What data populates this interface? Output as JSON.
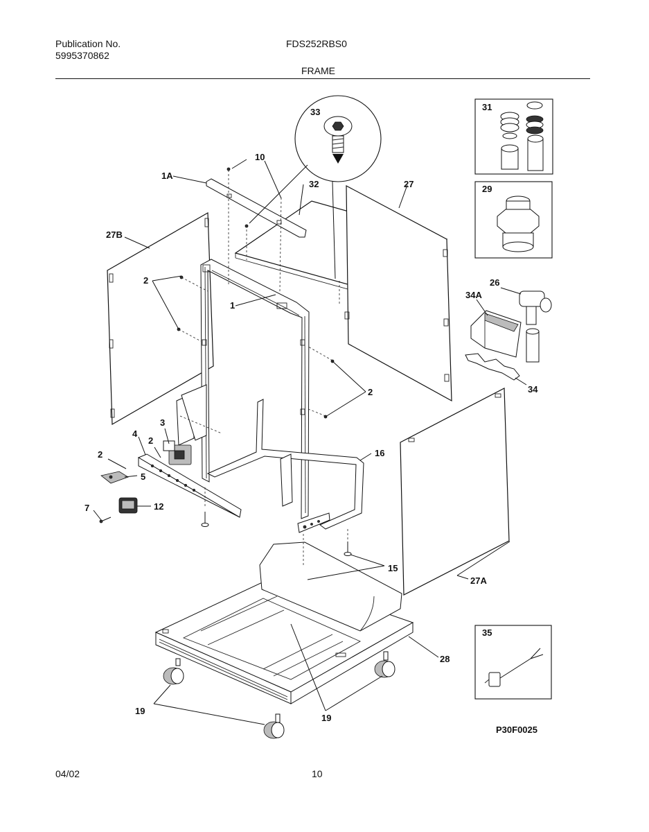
{
  "header": {
    "publication_label": "Publication No.",
    "publication_number": "5995370862",
    "model": "FDS252RBS0",
    "section_title": "FRAME"
  },
  "labels": {
    "l1A": "1A",
    "l10": "10",
    "l33": "33",
    "l32": "32",
    "l27": "27",
    "l31": "31",
    "l29": "29",
    "l27B": "27B",
    "l2a": "2",
    "l1": "1",
    "l26": "26",
    "l34A": "34A",
    "l34": "34",
    "l2b": "2",
    "l3": "3",
    "l4": "4",
    "l2c": "2",
    "l2d": "2",
    "l5": "5",
    "l16": "16",
    "l7": "7",
    "l12": "12",
    "l15": "15",
    "l27A": "27A",
    "l35": "35",
    "l28": "28",
    "l19a": "19",
    "l19b": "19"
  },
  "figure_code": "P30F0025",
  "footer": {
    "date": "04/02",
    "page": "10"
  }
}
